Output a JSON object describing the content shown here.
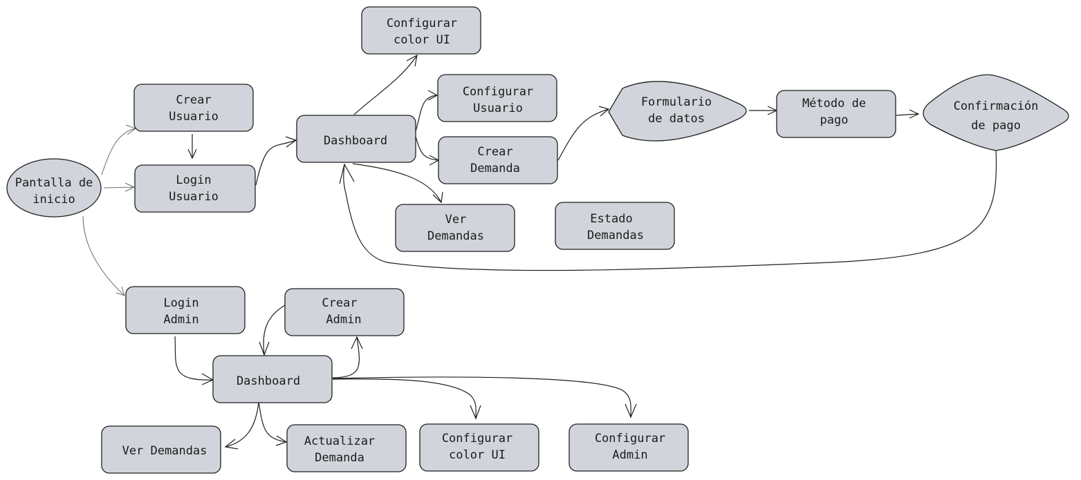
{
  "nodes": {
    "pantalla_inicio": [
      "Pantalla de",
      "inicio"
    ],
    "crear_usuario": [
      "Crear",
      "Usuario"
    ],
    "login_usuario": [
      "Login",
      "Usuario"
    ],
    "dashboard_usuario": [
      "Dashboard"
    ],
    "configurar_color_ui_top": [
      "Configurar",
      "color UI"
    ],
    "configurar_usuario": [
      "Configurar",
      "Usuario"
    ],
    "crear_demanda": [
      "Crear",
      "Demanda"
    ],
    "ver_demandas_user": [
      "Ver",
      "Demandas"
    ],
    "estado_demandas": [
      "Estado",
      "Demandas"
    ],
    "formulario_datos": [
      "Formulario",
      "de datos"
    ],
    "metodo_pago": [
      "Método de",
      "pago"
    ],
    "confirmacion_pago": [
      "Confirmación",
      "de pago"
    ],
    "login_admin": [
      "Login",
      "Admin"
    ],
    "crear_admin": [
      "Crear",
      "Admin"
    ],
    "dashboard_admin": [
      "Dashboard"
    ],
    "ver_demandas_admin": [
      "Ver Demandas"
    ],
    "actualizar_demanda": [
      "Actualizar",
      "Demanda"
    ],
    "configurar_color_ui_bottom": [
      "Configurar",
      "color UI"
    ],
    "configurar_admin": [
      "Configurar",
      "Admin"
    ]
  }
}
